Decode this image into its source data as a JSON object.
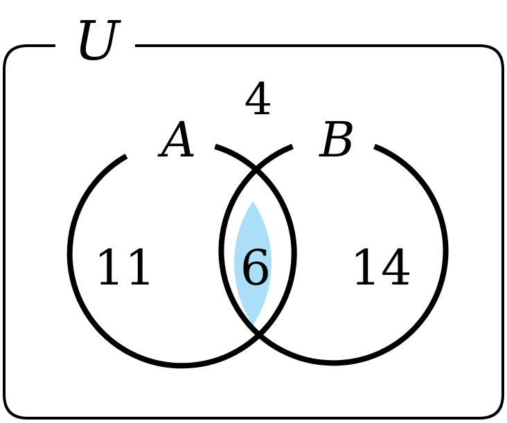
{
  "diagram": {
    "universe_label": "U",
    "set_a_label": "A",
    "set_b_label": "B",
    "regions": {
      "only_a": "11",
      "a_and_b": "6",
      "only_b": "14",
      "outside": "4"
    },
    "highlighted_region": "a_and_b",
    "colors": {
      "highlight": "#abdff8",
      "stroke": "#000000",
      "background": "#ffffff"
    }
  }
}
